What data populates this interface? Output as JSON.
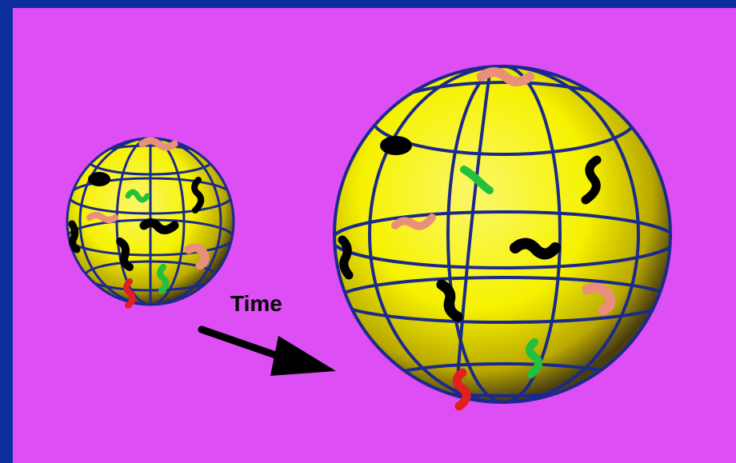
{
  "diagram": {
    "time_label": "Time",
    "colors": {
      "slide_border": "#0d2f9e",
      "background": "#de4ef5",
      "sphere_fill": "#f6f200",
      "grid_lines": "#1a2a8c",
      "arrow": "#000000",
      "galaxy_black": "#000000",
      "galaxy_green": "#22c03c",
      "galaxy_salmon": "#e8907a",
      "galaxy_red": "#e02020"
    },
    "objects": {
      "small_sphere": "sphere-before",
      "large_sphere": "sphere-after",
      "arrow": "arrow-right-icon"
    }
  }
}
